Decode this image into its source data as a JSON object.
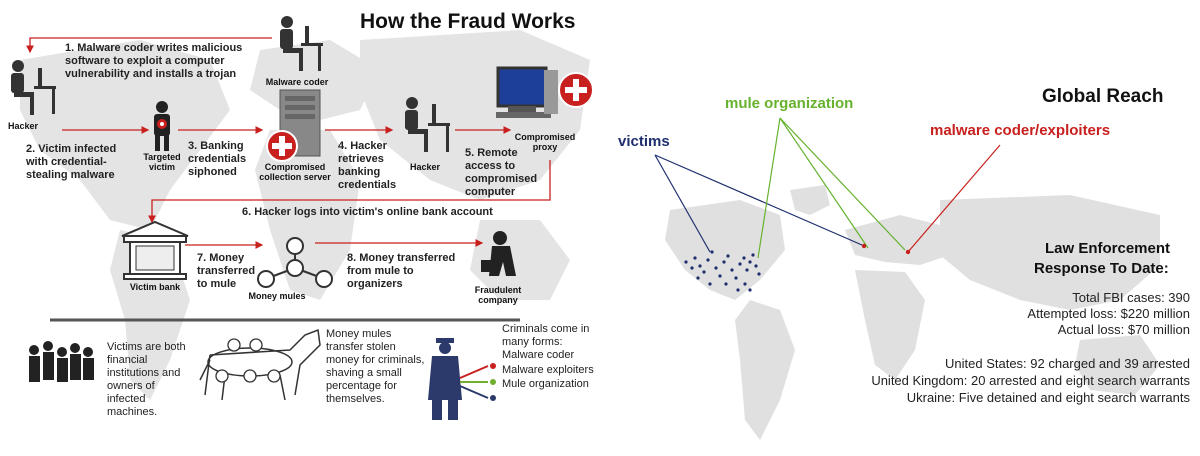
{
  "left": {
    "title": "How the Fraud Works",
    "actors": {
      "hacker_left": "Hacker",
      "malware_coder": "Malware coder",
      "targeted_victim": "Targeted victim",
      "collection_server": "Compromised collection server",
      "hacker_mid": "Hacker",
      "compromised_proxy": "Compromised proxy",
      "victim_bank": "Victim bank",
      "money_mules": "Money mules",
      "fraudulent_company": "Fraudulent company"
    },
    "steps": [
      "1. Malware coder writes malicious software to exploit a computer vulnerability and installs a trojan",
      "2. Victim infected with credential-stealing malware",
      "3. Banking credentials siphoned",
      "4. Hacker retrieves banking credentials",
      "5. Remote access to compromised computer",
      "6. Hacker logs into victim's online bank account",
      "7. Money transferred to mule",
      "8. Money transferred from mule to organizers"
    ],
    "notes": {
      "victims": "Victims are both financial institutions and owners of infected machines.",
      "mules": "Money mules transfer stolen money for criminals, shaving a small percentage for themselves.",
      "criminals_intro": "Criminals come in many forms:",
      "criminal_types": [
        "Malware coder",
        "Malware exploiters",
        "Mule organization"
      ]
    }
  },
  "right": {
    "title": "Global Reach",
    "map_labels": {
      "victims": "victims",
      "mule_org": "mule organization",
      "malware": "malware coder/exploiters"
    },
    "law_title_1": "Law Enforcement",
    "law_title_2": "Response To Date:",
    "stats": [
      "Total FBI cases: 390",
      "Attempted loss: $220 million",
      "Actual loss: $70 million"
    ],
    "countries": [
      "United States: 92 charged and 39 arrested",
      "United Kingdom: 20 arrested and eight search warrants",
      "Ukraine: Five detained and eight search warrants"
    ],
    "colors": {
      "victims": "#1f2f6e",
      "mule": "#66b22e",
      "malware": "#c8201e"
    }
  }
}
